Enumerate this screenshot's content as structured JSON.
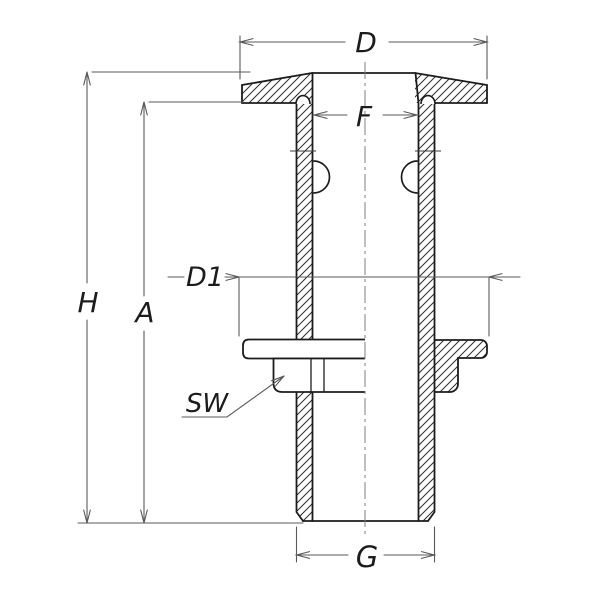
{
  "drawing": {
    "description": "Sectional technical drawing of a flanged through-hull skin fitting with locknut",
    "labels": {
      "flange_diameter": "D",
      "bore_diameter": "F",
      "nut_flange_diameter": "D1",
      "overall_height": "H",
      "body_height": "A",
      "wrench_size": "SW",
      "thread_diameter": "G"
    },
    "colors": {
      "background": "#ffffff",
      "part_line": "#1c1c1c",
      "hatch_line": "#2e2e2e",
      "dimension_line": "#5a5a5a",
      "centerline": "#7f7f7f"
    }
  }
}
